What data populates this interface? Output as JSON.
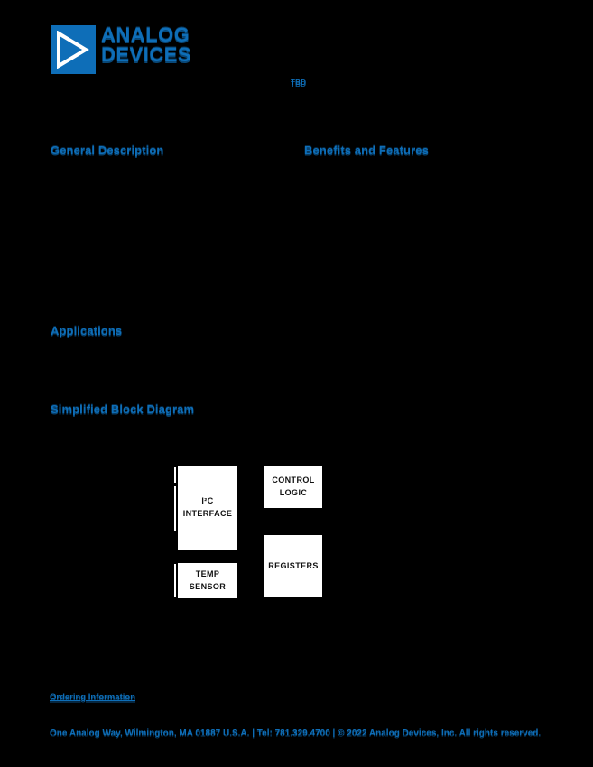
{
  "page": {
    "background": "#000000",
    "accent_blue": "#0e6eb8",
    "box_fill": "#ffffff"
  },
  "logo": {
    "icon": "analog-devices-triangle-logo",
    "line1": "ANALOG",
    "line2": "DEVICES"
  },
  "header": {
    "status_note": "TBD"
  },
  "sections": {
    "general_description": "General Description",
    "benefits_features": "Benefits and Features",
    "applications": "Applications",
    "block_diagram": "Simplified Block Diagram"
  },
  "diagram": {
    "blocks": {
      "i2c": {
        "line1": "I²C",
        "line2": "INTERFACE"
      },
      "control": {
        "line1": "CONTROL",
        "line2": "LOGIC"
      },
      "registers": {
        "line1": "REGISTERS"
      },
      "temp": {
        "line1": "TEMP",
        "line2": "SENSOR"
      }
    }
  },
  "footer": {
    "ordering_link": "Ordering Information",
    "address_line": "One Analog Way, Wilmington, MA 01887 U.S.A. | Tel: 781.329.4700 | © 2022 Analog Devices, Inc. All rights reserved."
  }
}
